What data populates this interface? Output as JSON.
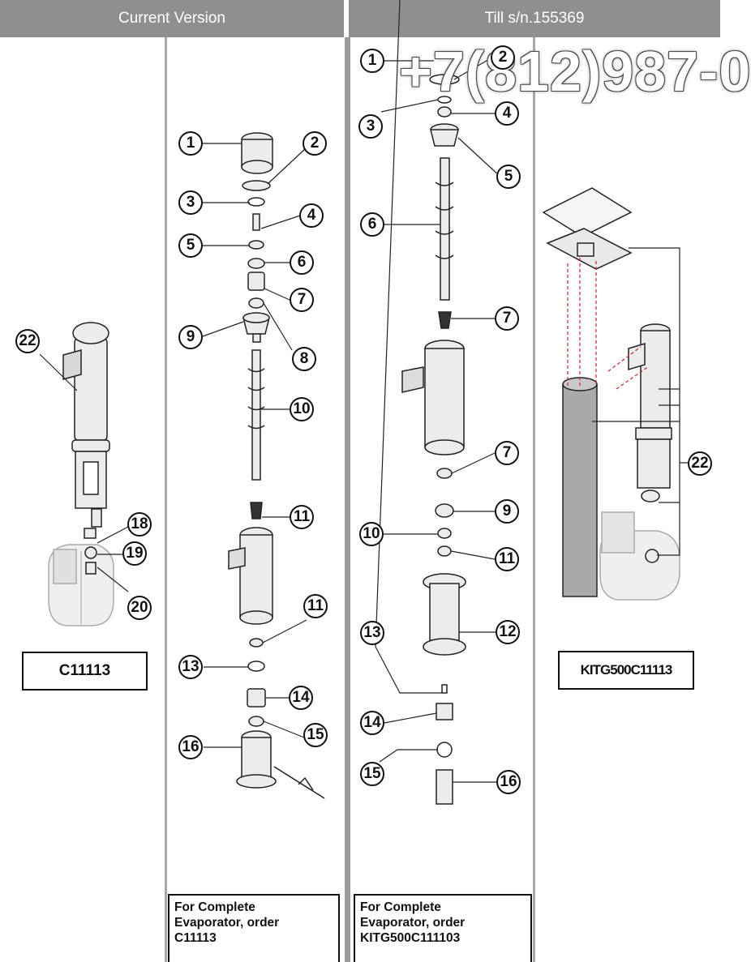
{
  "headers": {
    "current": "Current Version",
    "previous": "Till s/n.155369"
  },
  "watermark": {
    "phone": "+7(812)987-0"
  },
  "left_panel": {
    "callouts": [
      "22",
      "18",
      "19",
      "20"
    ],
    "code": "C11113"
  },
  "center_panel": {
    "callouts": [
      "1",
      "2",
      "3",
      "4",
      "5",
      "6",
      "7",
      "8",
      "9",
      "10",
      "11",
      "11",
      "13",
      "14",
      "15",
      "16"
    ],
    "order_lines": [
      "For Complete",
      "Evaporator, order",
      "C11113"
    ]
  },
  "right_panel": {
    "callouts": [
      "1",
      "2",
      "3",
      "4",
      "5",
      "6",
      "7",
      "7",
      "9",
      "10",
      "11",
      "12",
      "13",
      "14",
      "15",
      "16"
    ],
    "order_lines": [
      "For Complete",
      "Evaporator, order",
      "KITG500C111103"
    ]
  },
  "kit_panel": {
    "callouts": [
      "22"
    ],
    "code": "KITG500C11113"
  },
  "colors": {
    "header_bg": "#8f8f8f",
    "divider": "#9a9a9a",
    "part_fill": "#e9e9e9",
    "laser_red": "#d22020"
  }
}
